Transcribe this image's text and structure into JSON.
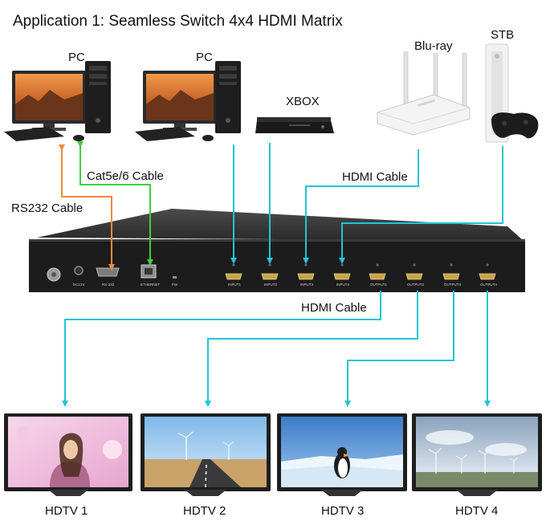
{
  "title": "Application 1: Seamless Switch 4x4 HDMI Matrix",
  "sources": {
    "pc1": "PC",
    "pc2": "PC",
    "xbox": "XBOX",
    "bluray": "Blu-ray",
    "stb": "STB"
  },
  "cables": {
    "rs232": "RS232 Cable",
    "cat": "Cat5e/6 Cable",
    "hdmi_in": "HDMI Cable",
    "hdmi_out": "HDMI Cable"
  },
  "displays": [
    "HDTV 1",
    "HDTV 2",
    "HDTV 3",
    "HDTV 4"
  ],
  "device": {
    "power": "DC12V",
    "rs232": "RS-232",
    "ethernet": "ETHERNET",
    "fw": "FW",
    "inputs": [
      "INPUT1",
      "INPUT2",
      "INPUT3",
      "INPUT4"
    ],
    "outputs": [
      "OUTPUT1",
      "OUTPUT2",
      "OUTPUT3",
      "OUTPUT4"
    ]
  },
  "colors": {
    "hdmi_line": "#22c4d4",
    "rs232_line": "#f08a3c",
    "cat_line": "#3fcf3f",
    "chassis": "#1c1c1c"
  }
}
